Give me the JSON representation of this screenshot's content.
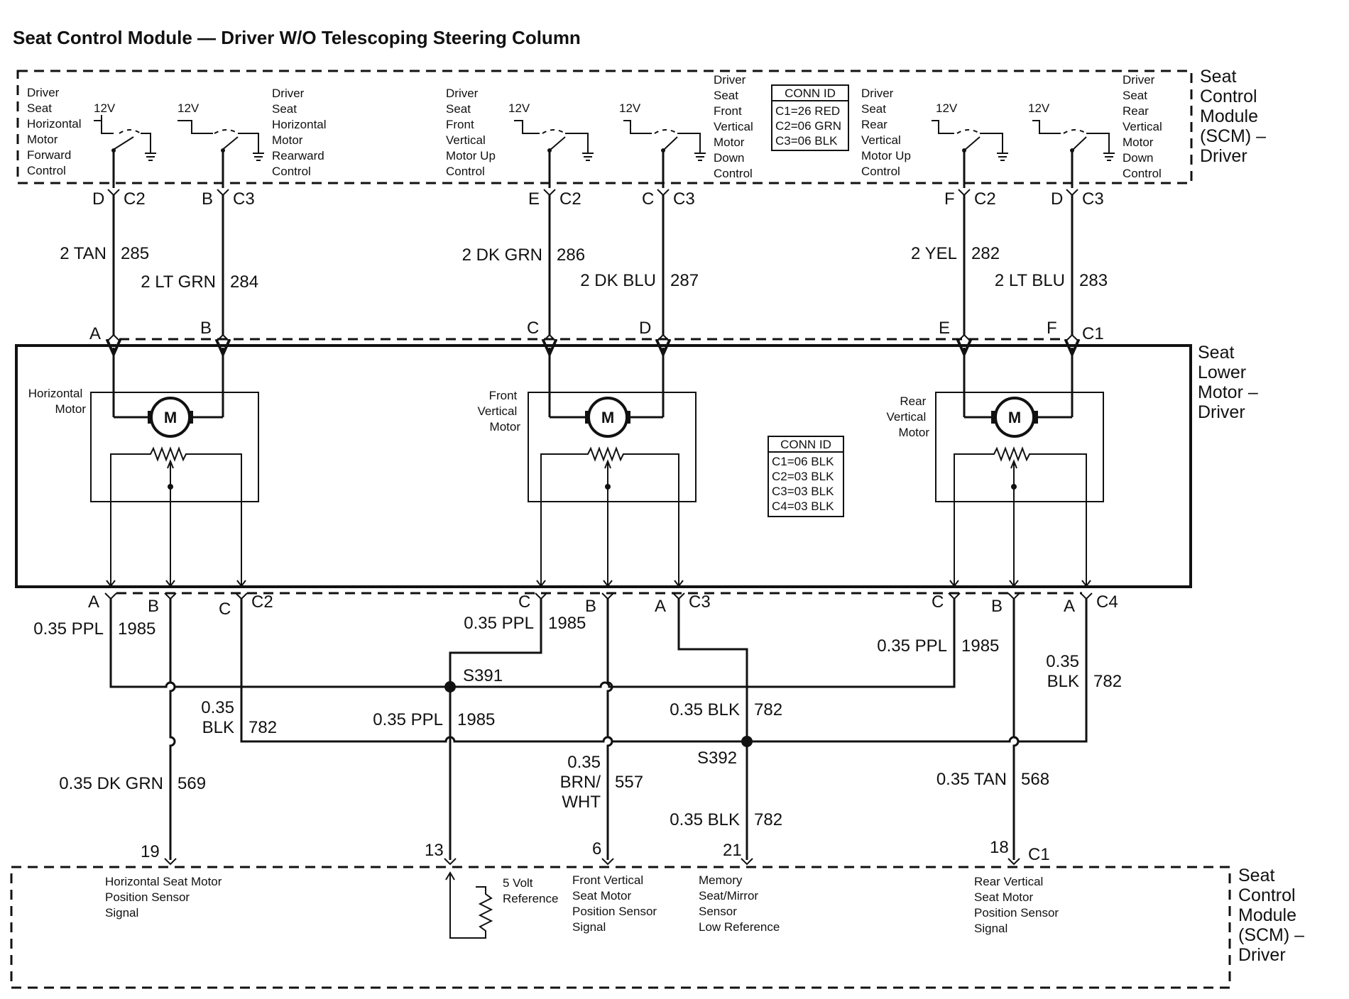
{
  "title": "Seat Control Module — Driver W/O Telescoping Steering  Column",
  "scm_top": {
    "label": [
      "Seat",
      "Control",
      "Module",
      "(SCM) –",
      "Driver"
    ],
    "voltage": "12V",
    "switches": [
      {
        "label": [
          "Driver",
          "Seat",
          "Horizontal",
          "Motor",
          "Forward",
          "Control"
        ]
      },
      {
        "label": [
          "Driver",
          "Seat",
          "Horizontal",
          "Motor",
          "Rearward",
          "Control"
        ]
      },
      {
        "label": [
          "Driver",
          "Seat",
          "Front",
          "Vertical",
          "Motor Up",
          "Control"
        ]
      },
      {
        "label": [
          "Driver",
          "Seat",
          "Front",
          "Vertical",
          "Motor",
          "Down",
          "Control"
        ]
      },
      {
        "label": [
          "Driver",
          "Seat",
          "Rear",
          "Vertical",
          "Motor Up",
          "Control"
        ]
      },
      {
        "label": [
          "Driver",
          "Seat",
          "Rear",
          "Vertical",
          "Motor",
          "Down",
          "Control"
        ]
      }
    ],
    "conn_id": {
      "title": "CONN ID",
      "rows": [
        "C1=26 RED",
        "C2=06 GRN",
        "C3=06 BLK"
      ]
    },
    "pins": [
      "D",
      "C2",
      "B",
      "C3",
      "E",
      "C2",
      "C",
      "C3",
      "F",
      "C2",
      "D",
      "C3"
    ]
  },
  "upper_wires": [
    {
      "gauge_color": "2 TAN",
      "circuit": "285"
    },
    {
      "gauge_color": "2 LT GRN",
      "circuit": "284"
    },
    {
      "gauge_color": "2 DK GRN",
      "circuit": "286"
    },
    {
      "gauge_color": "2 DK BLU",
      "circuit": "287"
    },
    {
      "gauge_color": "2 YEL",
      "circuit": "282"
    },
    {
      "gauge_color": "2 LT BLU",
      "circuit": "283"
    }
  ],
  "lower_motor": {
    "label": [
      "Seat",
      "Lower",
      "Motor –",
      "Driver"
    ],
    "top_pins": [
      "A",
      "B",
      "C",
      "D",
      "E",
      "F",
      "C1"
    ],
    "motors": [
      {
        "label": [
          "Horizontal",
          "Motor"
        ],
        "symbol": "M"
      },
      {
        "label": [
          "Front",
          "Vertical",
          "Motor"
        ],
        "symbol": "M"
      },
      {
        "label": [
          "Rear",
          "Vertical",
          "Motor"
        ],
        "symbol": "M"
      }
    ],
    "conn_id": {
      "title": "CONN ID",
      "rows": [
        "C1=06 BLK",
        "C2=03 BLK",
        "C3=03 BLK",
        "C4=03 BLK"
      ]
    },
    "bottom_pins": [
      "A",
      "B",
      "C",
      "C2",
      "C",
      "B",
      "A",
      "C3",
      "C",
      "B",
      "A",
      "C4"
    ]
  },
  "lower_wires": {
    "ppl_1": {
      "gauge_color": "0.35 PPL",
      "circuit": "1985"
    },
    "ppl_2": {
      "gauge_color": "0.35 PPL",
      "circuit": "1985"
    },
    "ppl_3": {
      "gauge_color": "0.35 PPL",
      "circuit": "1985"
    },
    "ppl_main": {
      "gauge_color": "0.35 PPL",
      "circuit": "1985"
    },
    "blk_1": {
      "gauge": "0.35",
      "color": "BLK",
      "circuit": "782"
    },
    "blk_2": {
      "gauge_color": "0.35 BLK",
      "circuit": "782"
    },
    "blk_3": {
      "gauge": "0.35",
      "color": "BLK",
      "circuit": "782"
    },
    "blk_main": {
      "gauge_color": "0.35 BLK",
      "circuit": "782"
    },
    "dkgrn": {
      "gauge_color": "0.35 DK GRN",
      "circuit": "569"
    },
    "brnwht": {
      "gauge": "0.35",
      "color1": "BRN/",
      "color2": "WHT",
      "circuit": "557"
    },
    "tan": {
      "gauge_color": "0.35 TAN",
      "circuit": "568"
    },
    "splices": [
      "S391",
      "S392"
    ]
  },
  "scm_bottom": {
    "label": [
      "Seat",
      "Control",
      "Module",
      "(SCM) –",
      "Driver"
    ],
    "pins": [
      "19",
      "13",
      "6",
      "21",
      "18",
      "C1"
    ],
    "signals": {
      "horiz": [
        "Horizontal Seat Motor",
        "Position Sensor",
        "Signal"
      ],
      "ref": [
        "5 Volt",
        "Reference"
      ],
      "front": [
        "Front Vertical",
        "Seat Motor",
        "Position Sensor",
        "Signal"
      ],
      "memory": [
        "Memory",
        "Seat/Mirror",
        "Sensor",
        "Low Reference"
      ],
      "rear": [
        "Rear Vertical",
        "Seat Motor",
        "Position Sensor",
        "Signal"
      ]
    }
  }
}
